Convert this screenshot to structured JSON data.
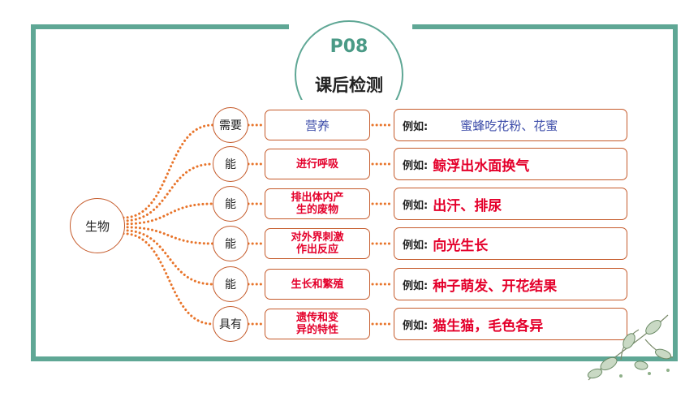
{
  "badge": {
    "code": "P08",
    "title": "课后检测"
  },
  "diagram": {
    "root": "生物",
    "rows": [
      {
        "verb": "需要",
        "action": "营养",
        "example_label": "例如:",
        "example": "蜜蜂吃花粉、花蜜",
        "handwritten": true
      },
      {
        "verb": "能",
        "action": "进行呼吸",
        "example_label": "例如:",
        "example": "鲸浮出水面换气",
        "handwritten": false
      },
      {
        "verb": "能",
        "action": "排出体内产\n生的废物",
        "example_label": "例如:",
        "example": "出汗、排尿",
        "handwritten": false
      },
      {
        "verb": "能",
        "action": "对外界刺激\n作出反应",
        "example_label": "例如:",
        "example": "向光生长",
        "handwritten": false
      },
      {
        "verb": "能",
        "action": "生长和繁殖",
        "example_label": "例如:",
        "example": "种子萌发、开花结果",
        "handwritten": false
      },
      {
        "verb": "具有",
        "action": "遗传和变\n异的特性",
        "example_label": "例如:",
        "example": "猫生猫，毛色各异",
        "handwritten": false
      }
    ]
  },
  "colors": {
    "frame": "#5fa795",
    "node_border": "#c55a2a",
    "dots": "#e8742a",
    "answer": "#e4002b",
    "handwriting": "#3a4aa8"
  },
  "decoration": {
    "plant": "leaf-sprig-icon"
  }
}
